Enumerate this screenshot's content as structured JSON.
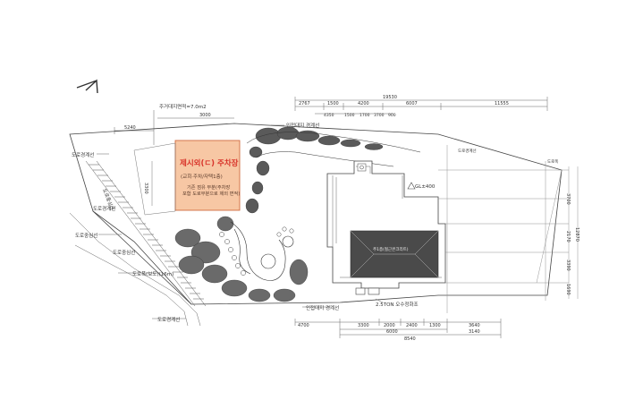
{
  "zone": {
    "title": "제시외(ㄷ) 주차장",
    "sub": "(교회·주차/자택1층)",
    "note1": "기존 점유 부분(주차장",
    "note2": "포함 도로부분으로 제외 면적)"
  },
  "labels": {
    "area_top": "주거대지면적=7.0m2",
    "road_boundary": "도로경계선",
    "road_boundary2": "도로경계선",
    "road_boundary3": "도로경계선",
    "road_center": "도로중심선",
    "road_center_left": "도로중심선",
    "road_center2": "도로중심선",
    "road_width": "도로폭(보도)(16m)",
    "neighbor_top": "인접대지 경계선",
    "neighbor_bottom": "인접대지 경계선",
    "gl": "GL±400",
    "tank": "2.5TON 오수정화조",
    "house": "주1층(철근콘크리트)",
    "road_vertical": "도로경계선",
    "mid_road": "도로폭"
  },
  "dims": {
    "top_total": "19530",
    "top_a": "2767",
    "top_b": "1500",
    "top_c": "4200",
    "top_d": "6007",
    "top_e": "11555",
    "sub1": "4350",
    "sub2": "1500",
    "sub3": "1700",
    "sub4": "3700",
    "sub5": "900",
    "left_top": "3000",
    "left_top2": "5240",
    "left_side": "3300",
    "right1": "3700",
    "right2": "2170",
    "right3": "3390",
    "right4": "1690",
    "right_total": "12870",
    "bot1": "4700",
    "bot2": "3300",
    "bot3": "2000",
    "bot4": "2400",
    "bot5": "1300",
    "bot6": "3640",
    "bot_a": "6000",
    "bot_b": "3140",
    "bot_total": "8540"
  },
  "colors": {
    "zone_fill": "#f7c7a4",
    "zone_stroke": "#d06a3e",
    "zone_text": "#d8332a",
    "line": "#555555",
    "vegetation": "#4a4a4a"
  },
  "icons": {
    "north": "north-arrow-icon"
  }
}
